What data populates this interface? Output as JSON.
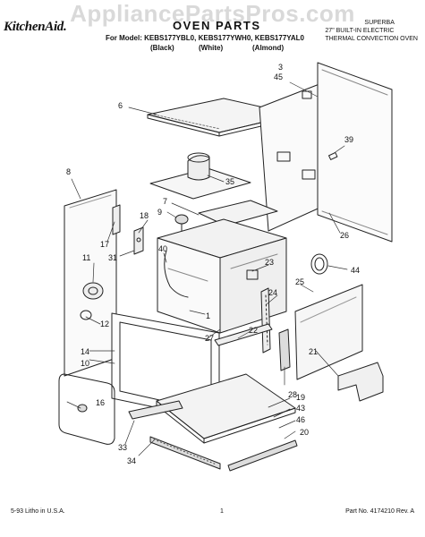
{
  "watermark": "AppliancePartsPros.com",
  "brand": "KitchenAid.",
  "title": "OVEN PARTS",
  "model_line": "For Model: KEBS177YBL0, KEBS177YWH0, KEBS177YAL0",
  "colors": {
    "black": "(Black)",
    "white": "(White)",
    "almond": "(Almond)"
  },
  "description": [
    "SUPERBA",
    "27\" BUILT-IN ELECTRIC",
    "THERMAL CONVECTION OVEN"
  ],
  "footer": {
    "left": "5-93  Litho in U.S.A.",
    "center": "1",
    "right": "Part No. 4174210 Rev. A"
  },
  "callouts": {
    "c3": "3",
    "c45": "45",
    "c6": "6",
    "c39": "39",
    "c8": "8",
    "c35": "35",
    "c7": "7",
    "c9": "9",
    "c18": "18",
    "c17": "17",
    "c31": "31",
    "c40": "40",
    "c26": "26",
    "c44": "44",
    "c11": "11",
    "c23": "23",
    "c25": "25",
    "c24": "24",
    "c12": "12",
    "c1": "1",
    "c22": "22",
    "c27": "27",
    "c14": "14",
    "c10": "10",
    "c21": "21",
    "c28": "28",
    "c16": "16",
    "c19": "19",
    "c43": "43",
    "c46": "46",
    "c20": "20",
    "c33": "33",
    "c34": "34"
  }
}
